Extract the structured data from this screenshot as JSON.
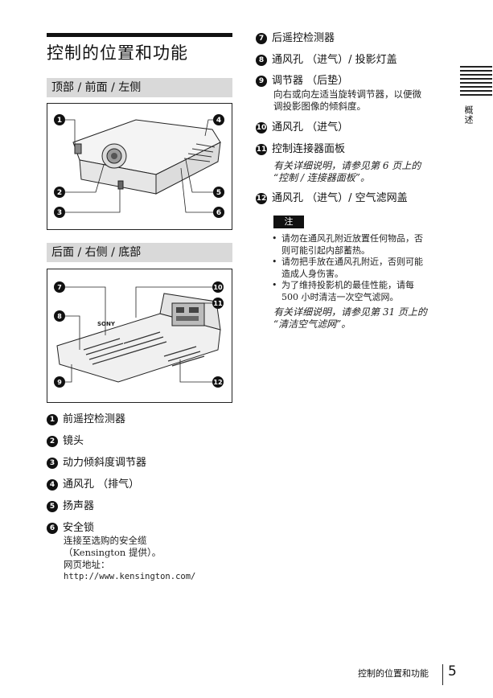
{
  "title": "控制的位置和功能",
  "sections": {
    "top": "顶部 / 前面 / 左侧",
    "back": "后面 / 右侧 / 底部"
  },
  "figure1": {
    "callouts": [
      "1",
      "2",
      "3",
      "4",
      "5",
      "6"
    ]
  },
  "figure2": {
    "callouts": [
      "7",
      "8",
      "9",
      "10",
      "11",
      "12"
    ],
    "brand_text": "SONY"
  },
  "left_items": [
    {
      "num": "1",
      "label": "前遥控检测器"
    },
    {
      "num": "2",
      "label": "镜头"
    },
    {
      "num": "3",
      "label": "动力倾斜度调节器"
    },
    {
      "num": "4",
      "label": "通风孔 （排气）"
    },
    {
      "num": "5",
      "label": "扬声器"
    },
    {
      "num": "6",
      "label": "安全锁",
      "desc1": "连接至选购的安全缆",
      "desc2": "（Kensington 提供）。",
      "desc3": "网页地址：",
      "url": "http://www.kensington.com/"
    }
  ],
  "right_items": [
    {
      "num": "7",
      "label": "后遥控检测器"
    },
    {
      "num": "8",
      "label": "通风孔 （进气）/ 投影灯盖"
    },
    {
      "num": "9",
      "label": "调节器 （后垫）",
      "desc1": "向右或向左适当旋转调节器，以便微",
      "desc2": "调投影图像的倾斜度。"
    },
    {
      "num": "10",
      "label": "通风孔 （进气）"
    },
    {
      "num": "11",
      "label": "控制连接器面板",
      "ref1": "有关详细说明，请参见第 6 页上的",
      "ref2": "“控制 / 连接器面板”。"
    },
    {
      "num": "12",
      "label": "通风孔 （进气）/ 空气滤网盖"
    }
  ],
  "note": {
    "badge": "注",
    "b1a": "请勿在通风孔附近放置任何物品，否",
    "b1b": "则可能引起内部蓄热。",
    "b2a": "请勿把手放在通风孔附近，否则可能",
    "b2b": "造成人身伤害。",
    "b3a": "为了维持投影机的最佳性能，请每",
    "b3b": "500 小时清洁一次空气滤网。",
    "ref1": "有关详细说明，请参见第 31 页上的",
    "ref2": "“清洁空气滤网”。"
  },
  "side_tab": "概述",
  "footer": {
    "text": "控制的位置和功能",
    "page": "5"
  }
}
